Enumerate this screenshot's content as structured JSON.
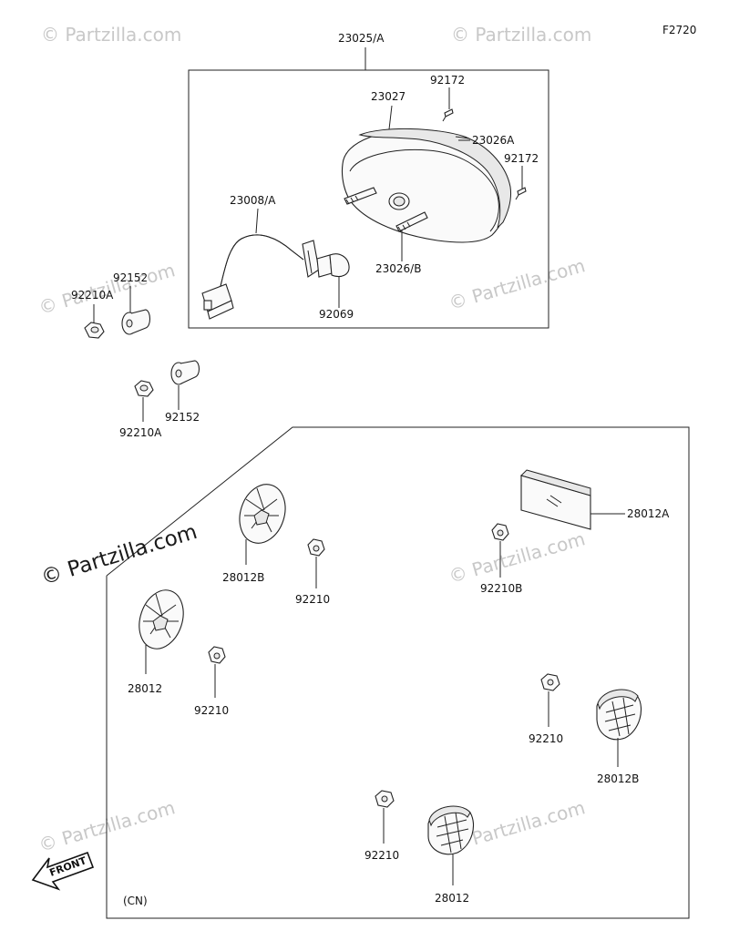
{
  "figure_code": "F2720",
  "region_code": "(CN)",
  "front_label": "FRONT",
  "watermarks": {
    "prominent": "© Partzilla.com",
    "faint": "© Partzilla.com"
  },
  "labels": {
    "assembly": "23025/A",
    "lens": "23027",
    "screw_top": "92172",
    "housing": "23026A",
    "screw_right": "92172",
    "socket": "23008/A",
    "stud": "23026/B",
    "bulb": "92069",
    "nut_upper": "92210A",
    "washer_upper": "92152",
    "nut_lower": "92210A",
    "washer_lower": "92152",
    "reflector_a": "28012A",
    "nut_b": "92210B",
    "reflector_b_top": "28012B",
    "nut_top": "92210",
    "reflector_left": "28012",
    "nut_left": "92210",
    "nut_right": "92210",
    "reflector_b_right": "28012B",
    "nut_bottom": "92210",
    "reflector_bottom": "28012"
  }
}
